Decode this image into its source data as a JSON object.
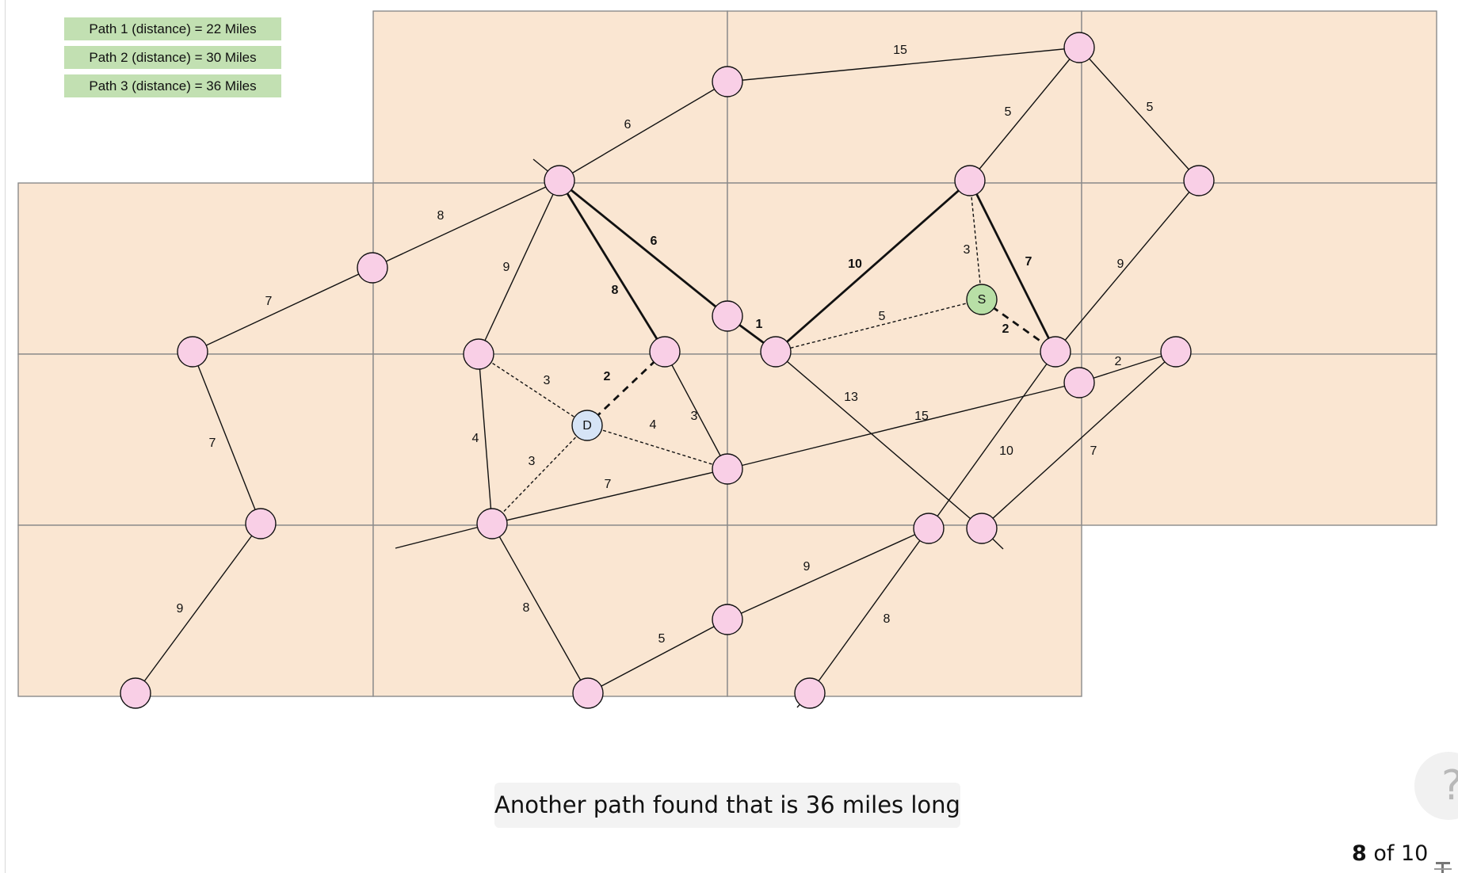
{
  "legend": [
    {
      "label": "Path 1 (distance) = 22 Miles"
    },
    {
      "label": "Path 2 (distance) = 30 Miles"
    },
    {
      "label": "Path 3 (distance) = 36 Miles"
    }
  ],
  "caption": "Another path found that is 36 miles long",
  "pager": {
    "current": "8",
    "separator": " of ",
    "total": "10"
  },
  "help": {
    "label": "?"
  },
  "colors": {
    "tile": "#fae6d2",
    "grid_line": "#8a8a8a",
    "node_default": "#f9cfe6",
    "node_start": "#b8dfa6",
    "node_destination": "#d6e4f6",
    "legend_bg": "#c2e0b2",
    "edge": "#111111"
  },
  "graph": {
    "nodes": [
      {
        "id": "n1",
        "label": ""
      },
      {
        "id": "n2",
        "label": ""
      },
      {
        "id": "n3",
        "label": ""
      },
      {
        "id": "n4",
        "label": ""
      },
      {
        "id": "n5",
        "label": ""
      },
      {
        "id": "n6",
        "label": ""
      },
      {
        "id": "n7",
        "label": ""
      },
      {
        "id": "n8",
        "label": ""
      },
      {
        "id": "n9",
        "label": ""
      },
      {
        "id": "n10",
        "label": ""
      },
      {
        "id": "n11",
        "label": ""
      },
      {
        "id": "n12",
        "label": ""
      },
      {
        "id": "n13",
        "label": ""
      },
      {
        "id": "n14",
        "label": ""
      },
      {
        "id": "n15",
        "label": ""
      },
      {
        "id": "n16",
        "label": ""
      },
      {
        "id": "n17",
        "label": ""
      },
      {
        "id": "n18",
        "label": ""
      },
      {
        "id": "n19",
        "label": ""
      },
      {
        "id": "n20",
        "label": ""
      },
      {
        "id": "n21",
        "label": ""
      },
      {
        "id": "n22",
        "label": ""
      },
      {
        "id": "n23",
        "label": ""
      },
      {
        "id": "S",
        "label": "S",
        "role": "start"
      },
      {
        "id": "D",
        "label": "D",
        "role": "destination"
      }
    ],
    "edges": [
      {
        "from": "n2",
        "to": "n1",
        "weight": "15",
        "style": "normal"
      },
      {
        "from": "n1",
        "to": "n7",
        "weight": "5",
        "style": "normal"
      },
      {
        "from": "n1",
        "to": "n8",
        "weight": "5",
        "style": "normal"
      },
      {
        "from": "n4",
        "to": "n2",
        "weight": "6",
        "style": "normal"
      },
      {
        "from": "n3",
        "to": "n4",
        "weight": "8",
        "style": "normal"
      },
      {
        "from": "n5",
        "to": "n3",
        "weight": "7",
        "style": "normal"
      },
      {
        "from": "n5",
        "to": "n16",
        "weight": "7",
        "style": "normal"
      },
      {
        "from": "n16",
        "to": "n22",
        "weight": "9",
        "style": "normal"
      },
      {
        "from": "n4",
        "to": "n9",
        "weight": "9",
        "style": "normal"
      },
      {
        "from": "n4",
        "to": "n10",
        "weight": "8",
        "style": "bold"
      },
      {
        "from": "n4",
        "to": "n6",
        "weight": "6",
        "style": "bold"
      },
      {
        "from": "n6",
        "to": "n11",
        "weight": "1",
        "style": "bold"
      },
      {
        "from": "n11",
        "to": "n7",
        "weight": "10",
        "style": "bold"
      },
      {
        "from": "n7",
        "to": "n12",
        "weight": "7",
        "style": "bold"
      },
      {
        "from": "n7",
        "to": "S",
        "weight": "3",
        "style": "dotted"
      },
      {
        "from": "S",
        "to": "n11",
        "weight": "5",
        "style": "dotted"
      },
      {
        "from": "S",
        "to": "n12",
        "weight": "2",
        "style": "dashed"
      },
      {
        "from": "n8",
        "to": "n12",
        "weight": "9",
        "style": "normal"
      },
      {
        "from": "n13",
        "to": "n14",
        "weight": "2",
        "style": "normal"
      },
      {
        "from": "n11",
        "to": "n21",
        "weight": "13",
        "style": "normal"
      },
      {
        "from": "n15",
        "to": "n13",
        "weight": "15",
        "style": "normal"
      },
      {
        "from": "n12",
        "to": "n20",
        "weight": "10",
        "style": "normal"
      },
      {
        "from": "n14",
        "to": "n21",
        "weight": "7",
        "style": "normal"
      },
      {
        "from": "n9",
        "to": "D",
        "weight": "3",
        "style": "dotted"
      },
      {
        "from": "n10",
        "to": "D",
        "weight": "2",
        "style": "dashed"
      },
      {
        "from": "D",
        "to": "n15",
        "weight": "4",
        "style": "dotted"
      },
      {
        "from": "n10",
        "to": "n15",
        "weight": "3",
        "style": "normal"
      },
      {
        "from": "n9",
        "to": "n17",
        "weight": "4",
        "style": "normal"
      },
      {
        "from": "D",
        "to": "n17",
        "weight": "3",
        "style": "dotted"
      },
      {
        "from": "n17",
        "to": "n15",
        "weight": "7",
        "style": "normal"
      },
      {
        "from": "n17",
        "to": "n23",
        "weight": "8",
        "style": "normal"
      },
      {
        "from": "n23",
        "to": "n18",
        "weight": "5",
        "style": "normal"
      },
      {
        "from": "n18",
        "to": "n20",
        "weight": "9",
        "style": "normal"
      },
      {
        "from": "n20",
        "to": "n19",
        "weight": "8",
        "style": "normal"
      }
    ]
  }
}
